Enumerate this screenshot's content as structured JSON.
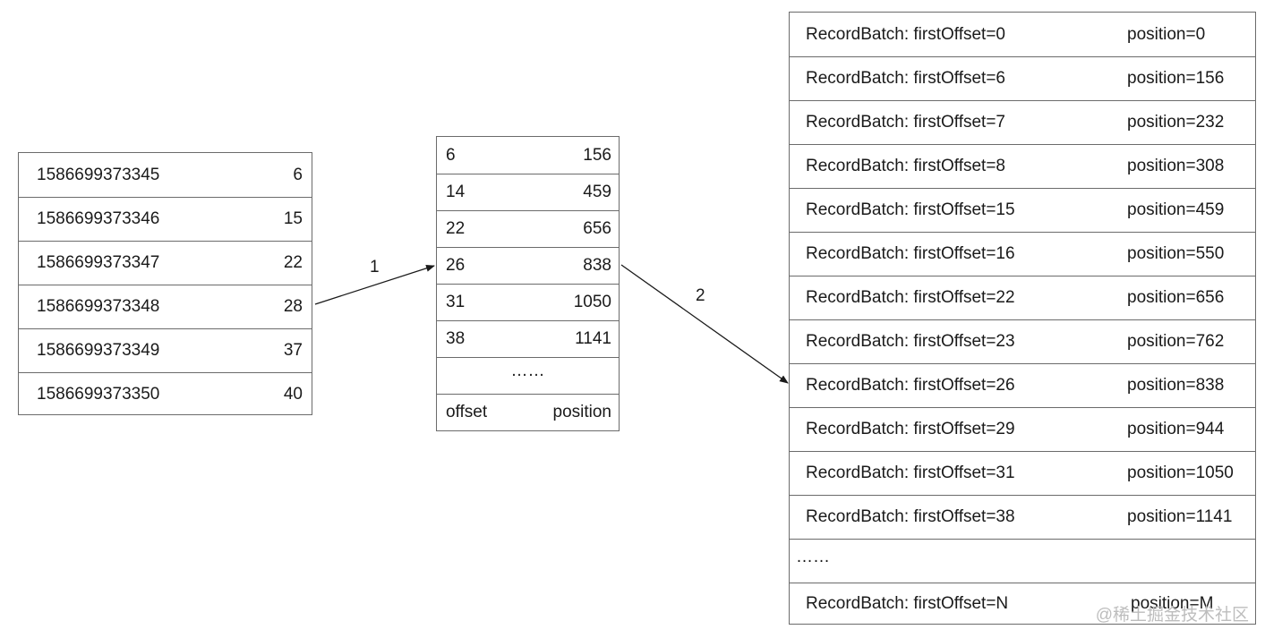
{
  "timestamp_index": {
    "rows": [
      {
        "timestamp": "1586699373345",
        "offset": "6"
      },
      {
        "timestamp": "1586699373346",
        "offset": "15"
      },
      {
        "timestamp": "1586699373347",
        "offset": "22"
      },
      {
        "timestamp": "1586699373348",
        "offset": "28"
      },
      {
        "timestamp": "1586699373349",
        "offset": "37"
      },
      {
        "timestamp": "1586699373350",
        "offset": "40"
      }
    ]
  },
  "offset_index": {
    "rows": [
      {
        "offset": "6",
        "position": "156"
      },
      {
        "offset": "14",
        "position": "459"
      },
      {
        "offset": "22",
        "position": "656"
      },
      {
        "offset": "26",
        "position": "838"
      },
      {
        "offset": "31",
        "position": "1050"
      },
      {
        "offset": "38",
        "position": "1141"
      }
    ],
    "ellipsis": "……",
    "footer": {
      "offset_label": "offset",
      "position_label": "position"
    }
  },
  "log_segment": {
    "rows": [
      {
        "batch": "RecordBatch: firstOffset=0",
        "position": "position=0"
      },
      {
        "batch": "RecordBatch: firstOffset=6",
        "position": "position=156"
      },
      {
        "batch": "RecordBatch: firstOffset=7",
        "position": "position=232"
      },
      {
        "batch": "RecordBatch: firstOffset=8",
        "position": "position=308"
      },
      {
        "batch": "RecordBatch: firstOffset=15",
        "position": "position=459"
      },
      {
        "batch": "RecordBatch: firstOffset=16",
        "position": "position=550"
      },
      {
        "batch": "RecordBatch: firstOffset=22",
        "position": "position=656"
      },
      {
        "batch": "RecordBatch: firstOffset=23",
        "position": "position=762"
      },
      {
        "batch": "RecordBatch: firstOffset=26",
        "position": "position=838"
      },
      {
        "batch": "RecordBatch: firstOffset=29",
        "position": "position=944"
      },
      {
        "batch": "RecordBatch: firstOffset=31",
        "position": "position=1050"
      },
      {
        "batch": "RecordBatch: firstOffset=38",
        "position": "position=1141"
      }
    ],
    "ellipsis": "……",
    "last_row": {
      "batch": "RecordBatch: firstOffset=N",
      "position": "position=M"
    }
  },
  "arrows": {
    "step1_label": "1",
    "step2_label": "2"
  },
  "watermark": "@稀土掘金技术社区"
}
